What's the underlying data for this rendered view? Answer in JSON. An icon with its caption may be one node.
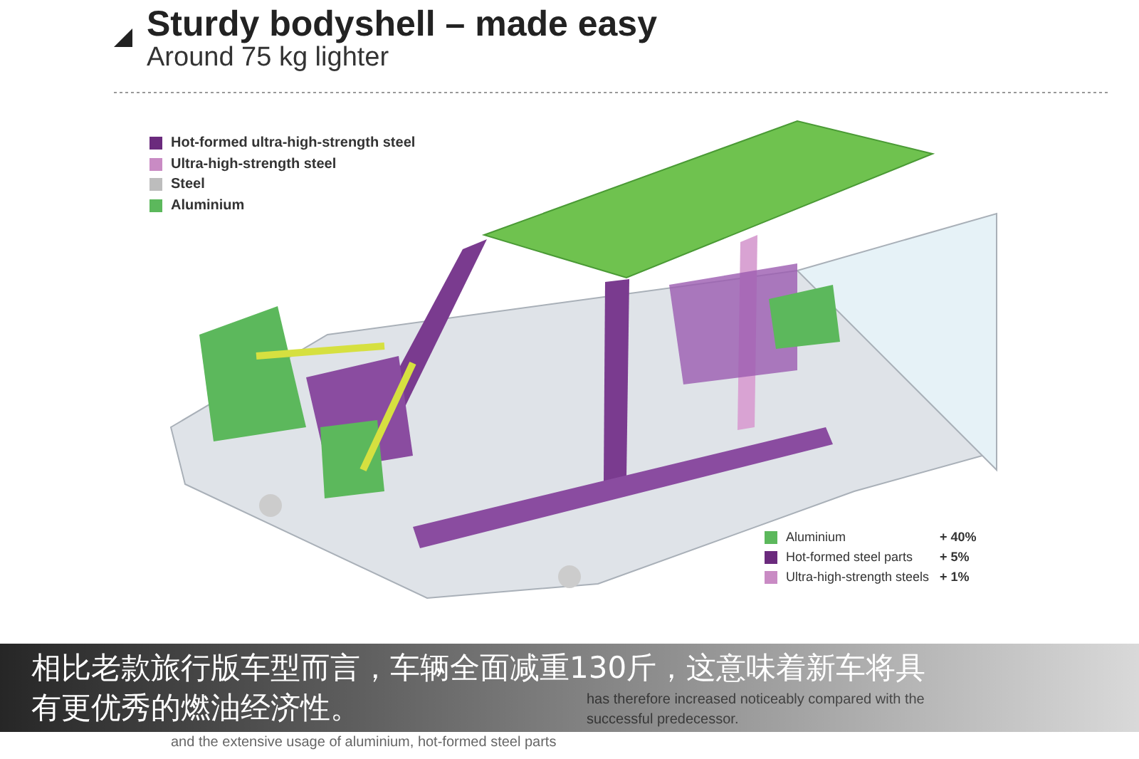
{
  "diagram": {
    "title": "Sturdy bodyshell – made easy",
    "caption": "相比老款旅行版车型而言，车辆全面减重130斤，这意味着新车将具有更优秀的燃油经济性。",
    "labels": [
      "Around 75 kg lighter",
      "+ 40%",
      "+ 5%",
      "+ 1%",
      "and the extensive usage of aluminium, hot-formed steel parts",
      "has therefore increased noticeably compared with the",
      "successful predecessor."
    ],
    "legend": [
      {
        "text": "Hot-formed ultra-high-strength steel",
        "color": "#6b2a7d"
      },
      {
        "text": "Ultra-high-strength steel",
        "color": "#c98bc4"
      },
      {
        "text": "Steel",
        "color": "#bdbdbd"
      },
      {
        "text": "Aluminium",
        "color": "#5cb85c"
      },
      {
        "text": "Aluminium",
        "color": "#5cb85c"
      },
      {
        "text": "Hot-formed steel parts",
        "color": "#6b2a7d"
      },
      {
        "text": "Ultra-high-strength steels",
        "color": "#c98bc4"
      }
    ]
  }
}
